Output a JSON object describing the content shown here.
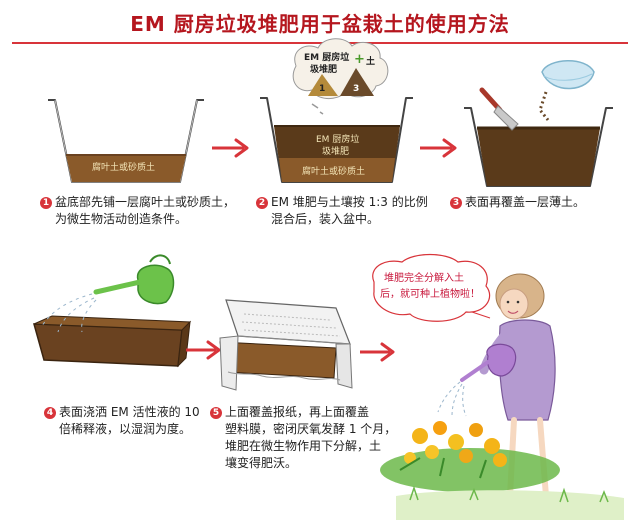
{
  "title": "EM 厨房垃圾堆肥用于盆栽土的使用方法",
  "colors": {
    "title": "#b5161e",
    "arrow": "#d8343a",
    "soil": "#5a3a1a",
    "base_soil": "#8a5a2a",
    "pot_outline": "#444444"
  },
  "steps": [
    {
      "num": "1",
      "line1": "盆底部先铺一层腐叶土或砂质土，",
      "line2": "为微生物活动创造条件。",
      "pot_label": "腐叶土或砂质土"
    },
    {
      "num": "2",
      "line1": "EM 堆肥与土壤按 1:3 的比例",
      "line2": "混合后，装入盆中。",
      "pot_label_top_1": "EM 厨房垃",
      "pot_label_top_2": "圾堆肥",
      "pot_label_bottom": "腐叶土或砂质土",
      "ratio_label_1": "EM 厨房垃",
      "ratio_label_2": "圾堆肥",
      "ratio_plus": "+",
      "ratio_soil": "土",
      "ratio_left": "1",
      "ratio_right": "3"
    },
    {
      "num": "3",
      "line1": "表面再覆盖一层薄土。"
    },
    {
      "num": "4",
      "line1": "表面浇洒 EM 活性液的 10",
      "line2": "倍稀释液，以湿润为度。"
    },
    {
      "num": "5",
      "line1": "上面覆盖报纸，再上面覆盖",
      "line2": "塑料膜，密闭厌氧发酵 1 个月，",
      "line3": "堆肥在微生物作用下分解，土",
      "line4": "壤变得肥沃。"
    }
  ],
  "bubble": {
    "line1": "堆肥完全分解入土",
    "line2": "后，就可种上植物啦！"
  }
}
